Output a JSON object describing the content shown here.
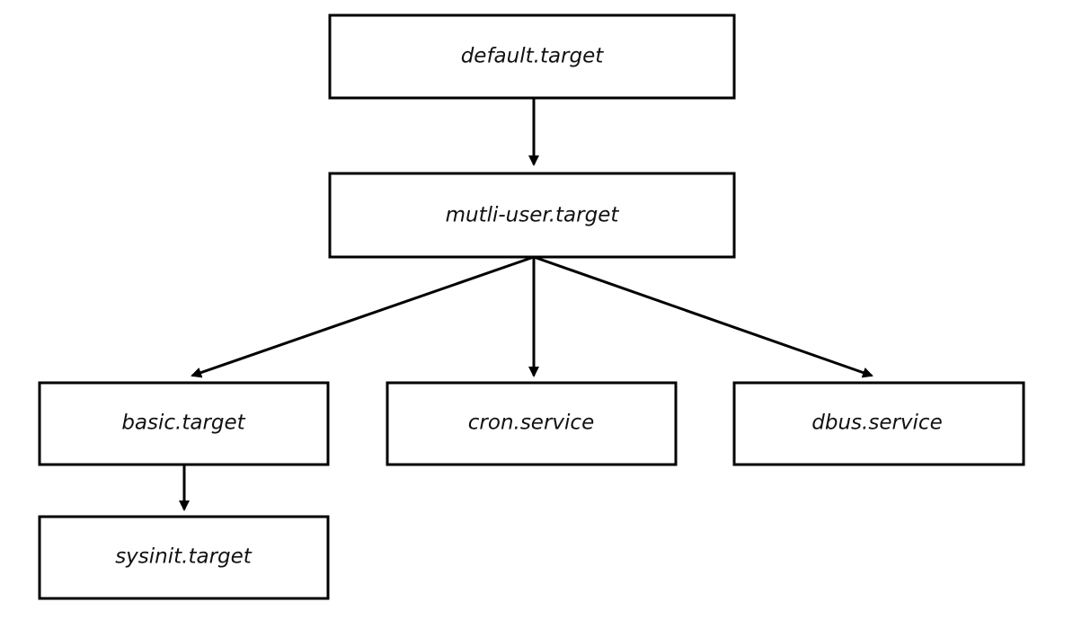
{
  "diagram": {
    "nodes": {
      "default_target": "default.target",
      "multi_user_target": "mutli-user.target",
      "basic_target": "basic.target",
      "cron_service": "cron.service",
      "dbus_service": "dbus.service",
      "sysinit_target": "sysinit.target"
    },
    "edges": [
      {
        "from": "default.target",
        "to": "mutli-user.target"
      },
      {
        "from": "mutli-user.target",
        "to": "basic.target"
      },
      {
        "from": "mutli-user.target",
        "to": "cron.service"
      },
      {
        "from": "mutli-user.target",
        "to": "dbus.service"
      },
      {
        "from": "basic.target",
        "to": "sysinit.target"
      }
    ],
    "colors": {
      "line": "#000000",
      "text": "#111111",
      "background": "#ffffff"
    }
  }
}
